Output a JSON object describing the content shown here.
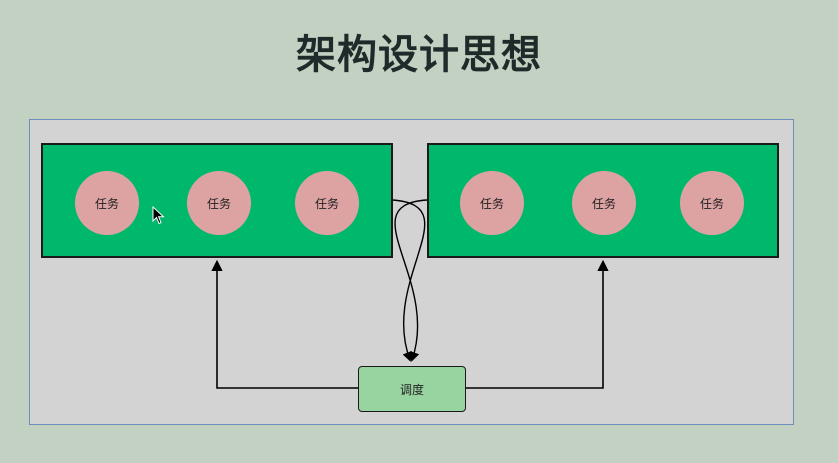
{
  "title": "架构设计思想",
  "groups": [
    {
      "tasks": [
        "任务",
        "任务",
        "任务"
      ]
    },
    {
      "tasks": [
        "任务",
        "任务",
        "任务"
      ]
    }
  ],
  "scheduler": {
    "label": "调度"
  },
  "colors": {
    "background": "#c3d1c2",
    "canvas": "#d3d3d3",
    "group_fill": "#00b86b",
    "task_fill": "#dda3a3",
    "scheduler_fill": "#97d4a0"
  },
  "icons": [
    "mouse-pointer-icon",
    "arrowhead-icon"
  ]
}
